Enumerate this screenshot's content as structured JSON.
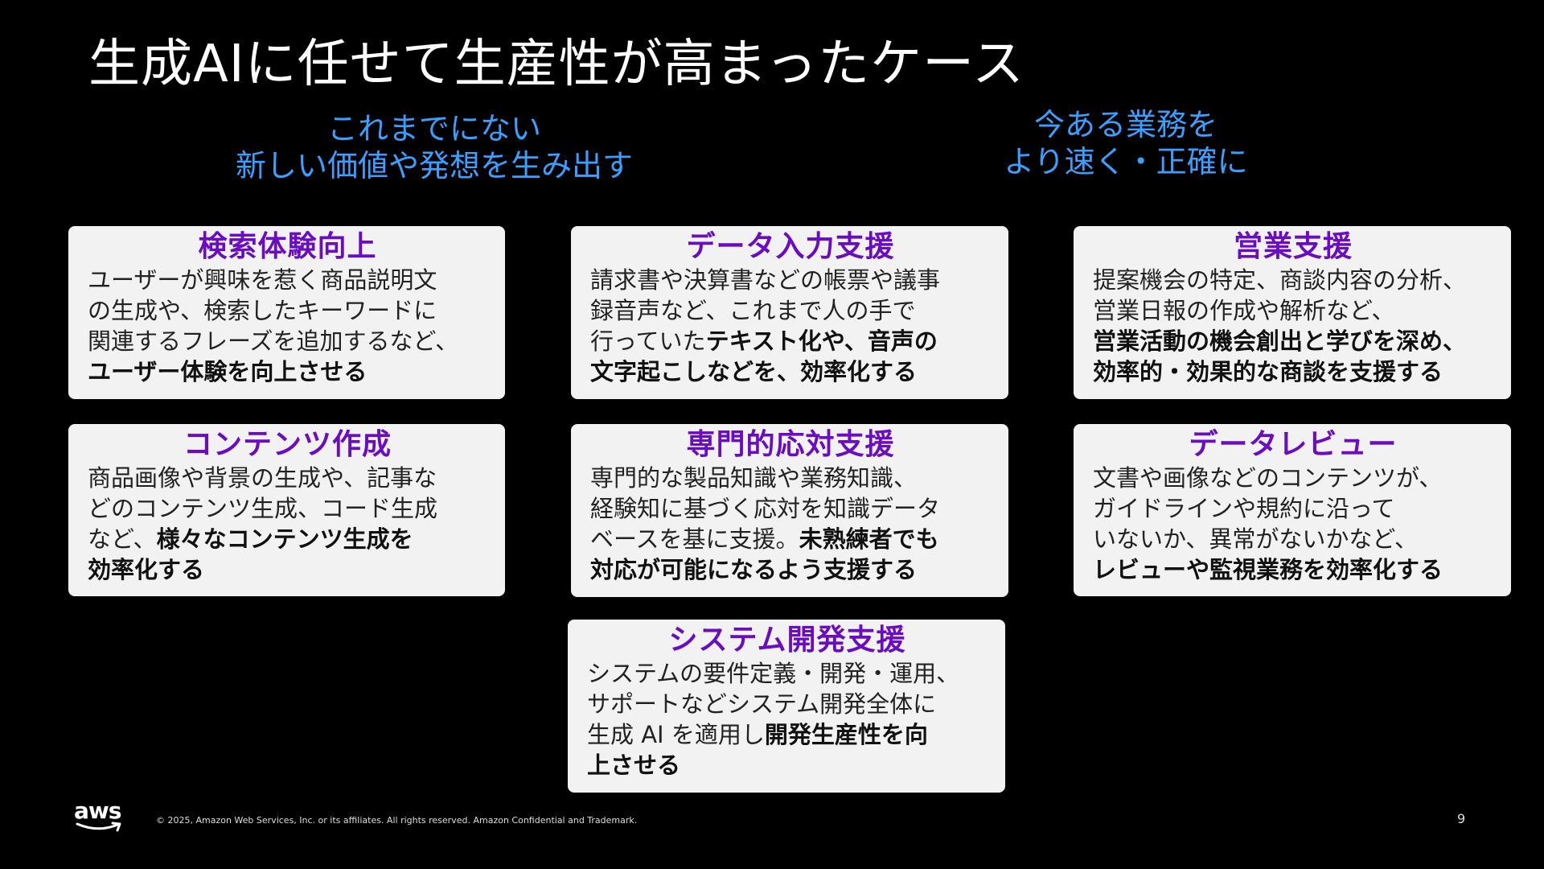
{
  "title": "生成AIに任せて生産性が高まったケース",
  "subheadings": {
    "left": [
      "これまでにない",
      "新しい価値や発想を生み出す"
    ],
    "right": [
      "今ある業務を",
      "より速く・正確に"
    ]
  },
  "cards": [
    {
      "title": "検索体験向上",
      "lines": [
        "ユーザーが興味を惹く商品説明文",
        "の生成や、検索したキーワードに",
        "関連するフレーズを追加するなど、"
      ],
      "bold": "ユーザー体験を向上させる"
    },
    {
      "title": "データ入力支援",
      "lines": [
        "請求書や決算書などの帳票や議事",
        "録音声など、これまで人の手で"
      ],
      "line3_normal": "行っていた",
      "line3_bold": "テキスト化や、音声の",
      "bold": "文字起こしなどを、効率化する"
    },
    {
      "title": "営業支援",
      "lines": [
        "提案機会の特定、商談内容の分析、",
        "営業日報の作成や解析など、"
      ],
      "bold_lines": [
        "営業活動の機会創出と学びを深め、",
        "効率的・効果的な商談を支援する"
      ]
    },
    {
      "title": "コンテンツ作成",
      "lines": [
        "商品画像や背景の生成や、記事な",
        "どのコンテンツ生成、コード生成"
      ],
      "line3_normal": "など、",
      "line3_bold": "様々なコンテンツ生成を",
      "bold": "効率化する"
    },
    {
      "title": "専門的応対支援",
      "lines": [
        "専門的な製品知識や業務知識、",
        "経験知に基づく応対を知識データ"
      ],
      "line3_normal": "ベースを基に支援。",
      "line3_bold": "未熟練者でも",
      "bold": "対応が可能になるよう支援する"
    },
    {
      "title": "データレビュー",
      "lines": [
        "文書や画像などのコンテンツが、",
        "ガイドラインや規約に沿って",
        "いないか、異常がないかなど、"
      ],
      "bold": "レビューや監視業務を効率化する"
    },
    {
      "title": "システム開発支援",
      "lines": [
        "システムの要件定義・開発・運用、",
        "サポートなどシステム開発全体に"
      ],
      "line3_normal": "生成 AI を適用し",
      "line3_bold": "開発生産性を向",
      "bold": "上させる"
    }
  ],
  "footer": {
    "logo": "aws",
    "copyright": "© 2025, Amazon Web Services, Inc. or its affiliates. All rights reserved. Amazon Confidential and Trademark.",
    "page_number": "9"
  }
}
